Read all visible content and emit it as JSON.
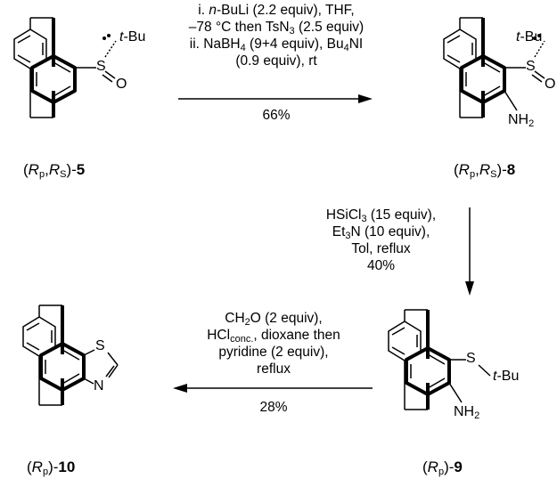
{
  "compounds": {
    "c5": {
      "label_sym": "R",
      "label_sub1": "p",
      "label_sep": ",",
      "label_sym2": "R",
      "label_sub2": "S",
      "number": "5",
      "tbu": "t",
      "tbu_rest": "-Bu",
      "s": "S",
      "o": "O"
    },
    "c8": {
      "label_sym": "R",
      "label_sub1": "p",
      "label_sep": ",",
      "label_sym2": "R",
      "label_sub2": "S",
      "number": "8",
      "tbu": "t",
      "tbu_rest": "-Bu",
      "s": "S",
      "o": "O",
      "nh2": "NH",
      "nh2_sub": "2"
    },
    "c9": {
      "label_sym": "R",
      "label_sub1": "p",
      "number": "9",
      "s": "S",
      "tbu": "t",
      "tbu_rest": "-Bu",
      "nh2": "NH",
      "nh2_sub": "2"
    },
    "c10": {
      "label_sym": "R",
      "label_sub1": "p",
      "number": "10",
      "s": "S",
      "n": "N"
    }
  },
  "arrows": {
    "a1": {
      "line1_pre": "i. ",
      "line1_it": "n",
      "line1_post": "-BuLi (2.2 equiv), THF,",
      "line2_pre": "–78 °C then TsN",
      "line2_sub": "3",
      "line2_post": " (2.5 equiv)",
      "line3_pre": "ii. NaBH",
      "line3_sub": "4",
      "line3_mid": " (9+4 equiv), Bu",
      "line3_sub2": "4",
      "line3_post": "NI",
      "line4": "(0.9 equiv), rt",
      "yield": "66%"
    },
    "a2": {
      "line1_pre": "HSiCl",
      "line1_sub": "3",
      "line1_post": " (15 equiv),",
      "line2_pre": "Et",
      "line2_sub": "3",
      "line2_post": "N (10 equiv),",
      "line3": "Tol, reflux",
      "yield": "40%"
    },
    "a3": {
      "line1_pre": "CH",
      "line1_sub": "2",
      "line1_post": "O (2 equiv),",
      "line2_pre": "HCl",
      "line2_sub": "conc.",
      "line2_post": ", dioxane then",
      "line3": "pyridine (2 equiv),",
      "line4": "reflux",
      "yield": "28%"
    }
  }
}
